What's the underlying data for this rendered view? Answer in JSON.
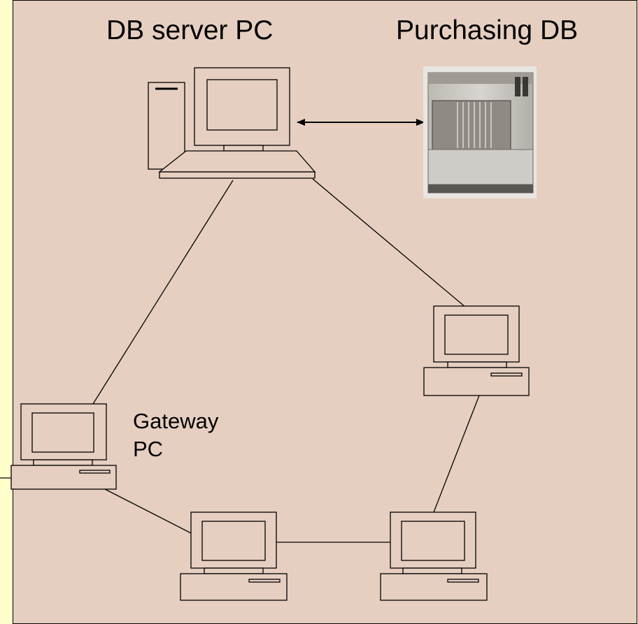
{
  "labels": {
    "db_server": "DB server PC",
    "purchasing_db": "Purchasing DB",
    "gateway_line1": "Gateway",
    "gateway_line2": "PC"
  },
  "colors": {
    "panel_background": "#e6cfc0",
    "page_background": "#ffffcc",
    "line": "#000000"
  },
  "nodes": [
    {
      "id": "db-server-pc",
      "icon": "tower-desktop-computer-icon"
    },
    {
      "id": "purchasing-db",
      "icon": "mainframe-storage-icon"
    },
    {
      "id": "gateway-pc",
      "icon": "desktop-computer-icon"
    },
    {
      "id": "right-pc",
      "icon": "desktop-computer-icon"
    },
    {
      "id": "bottom-middle-pc",
      "icon": "desktop-computer-icon"
    },
    {
      "id": "bottom-right-pc",
      "icon": "desktop-computer-icon"
    }
  ],
  "connections": [
    {
      "from": "db-server-pc",
      "to": "purchasing-db",
      "type": "bidirectional-arrow"
    },
    {
      "from": "db-server-pc",
      "to": "gateway-pc",
      "type": "line"
    },
    {
      "from": "db-server-pc",
      "to": "right-pc",
      "type": "line"
    },
    {
      "from": "gateway-pc",
      "to": "bottom-middle-pc",
      "type": "line"
    },
    {
      "from": "bottom-middle-pc",
      "to": "bottom-right-pc",
      "type": "line"
    },
    {
      "from": "bottom-right-pc",
      "to": "right-pc",
      "type": "line"
    },
    {
      "from": "gateway-pc",
      "to": "external",
      "type": "line"
    }
  ]
}
